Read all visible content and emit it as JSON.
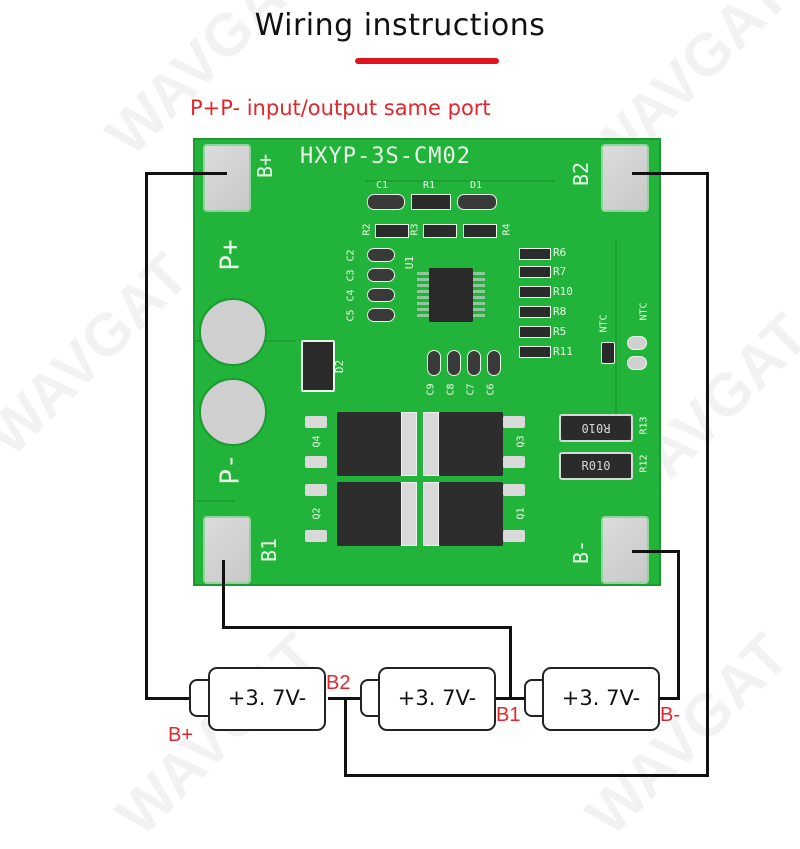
{
  "header": {
    "title": "Wiring instructions",
    "subtitle": "P+P- input/output same port",
    "accent_color": "#e0141e"
  },
  "watermark": "WAVGAT",
  "board": {
    "model": "HXYP-3S-CM02",
    "color": "#22b33a",
    "pad_labels": {
      "b_plus": "B+",
      "b2": "B2",
      "b1": "B1",
      "b_minus": "B-",
      "p_plus": "P+",
      "p_minus": "P-"
    },
    "components": {
      "top_row": [
        "C1",
        "R1",
        "D1"
      ],
      "resistors_row": [
        "R2",
        "R3",
        "R4"
      ],
      "left_caps": [
        "C2",
        "C3",
        "C4",
        "C5"
      ],
      "ic": "U1",
      "right_resistors": [
        "R6",
        "R7",
        "R10",
        "R8",
        "R5",
        "R11"
      ],
      "bottom_caps": [
        "C9",
        "C8",
        "C7",
        "C6"
      ],
      "diode": "D2",
      "ntc": [
        "NTC",
        "NTC"
      ],
      "mosfets": [
        "Q4",
        "Q3",
        "Q2",
        "Q1"
      ],
      "shunts": [
        {
          "ref": "R13",
          "value": "R010"
        },
        {
          "ref": "R12",
          "value": "R010"
        }
      ]
    }
  },
  "battery": {
    "cells": [
      {
        "label": "+3. 7V-"
      },
      {
        "label": "+3. 7V-"
      },
      {
        "label": "+3. 7V-"
      }
    ],
    "terminals": {
      "b_plus": "B+",
      "b2": "B2",
      "b1": "B1",
      "b_minus": "B-"
    },
    "terminal_color": "#e3262b"
  }
}
